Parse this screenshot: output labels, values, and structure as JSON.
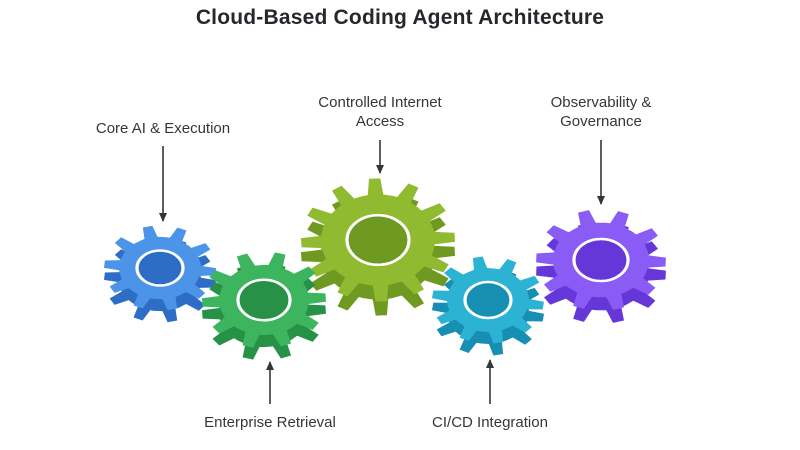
{
  "title": "Cloud-Based Coding Agent Architecture",
  "diagram": {
    "type": "gear-architecture-diagram",
    "arrow_color": "#33373b",
    "nodes": [
      {
        "label": "Core AI & Execution",
        "color": "#4b94e8",
        "shade": "#2e6dc6",
        "label_position": "top"
      },
      {
        "label": "Enterprise Retrieval",
        "color": "#3db45e",
        "shade": "#279247",
        "label_position": "bottom"
      },
      {
        "label": "Controlled Internet Access",
        "color": "#90bb31",
        "shade": "#6f9a21",
        "label_position": "top"
      },
      {
        "label": "CI/CD Integration",
        "color": "#2cb3d4",
        "shade": "#178fb2",
        "label_position": "bottom"
      },
      {
        "label": "Observability & Governance",
        "color": "#8a5cf5",
        "shade": "#6637d8",
        "label_position": "top"
      }
    ]
  }
}
